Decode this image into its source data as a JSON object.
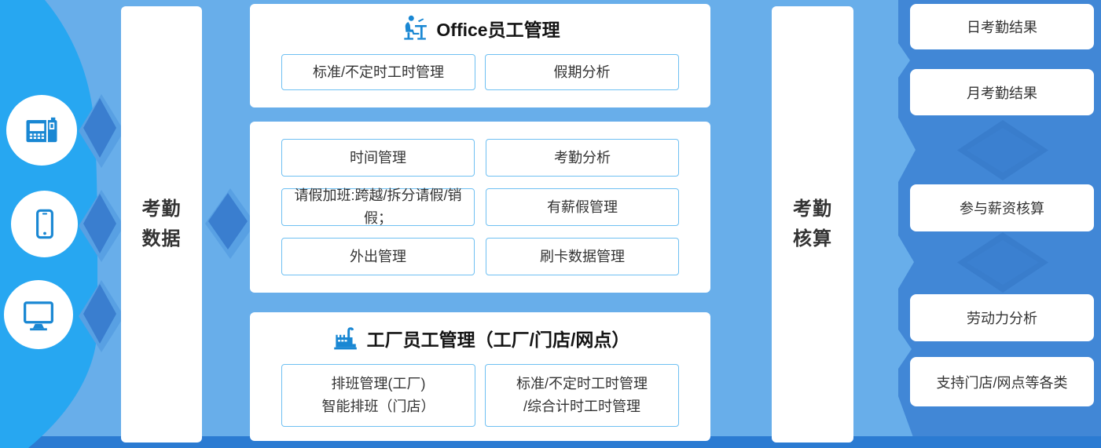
{
  "colors": {
    "bright_blue": "#27a7f1",
    "base_blue": "#68aeea",
    "dark_panel_blue": "#4187d6",
    "bottom_strip_blue": "#2b7bd2",
    "diamond_blue": "#3a7ecf",
    "diamond_back_blue": "#58a0e3",
    "icon_blue": "#1987d3",
    "button_border_blue": "#6fc0f2",
    "text_dark": "#333333"
  },
  "sources": {
    "icons": [
      "attendance-terminal-icon",
      "smartphone-icon",
      "monitor-icon"
    ]
  },
  "pipeline": {
    "data_bar": {
      "line1": "考勤",
      "line2": "数据"
    },
    "calc_bar": {
      "line1": "考勤",
      "line2": "核算"
    }
  },
  "office_card": {
    "title": "Office员工管理",
    "title_icon": "person-at-desk-icon",
    "buttons": [
      "标准/不定时工时管理",
      "假期分析"
    ]
  },
  "middle_card": {
    "buttons": [
      "时间管理",
      "考勤分析",
      "请假加班:跨越/拆分请假/销假；",
      "有薪假管理",
      "外出管理",
      "刷卡数据管理"
    ]
  },
  "factory_card": {
    "title": "工厂员工管理（工厂/门店/网点）",
    "title_icon": "factory-icon",
    "buttons": [
      {
        "line1": "排班管理(工厂)",
        "line2": "智能排班（门店）"
      },
      {
        "line1": "标准/不定时工时管理",
        "line2": "/综合计时工时管理"
      }
    ]
  },
  "results": {
    "items": [
      "日考勤结果",
      "月考勤结果",
      "参与薪资核算",
      "劳动力分析",
      "支持门店/网点等各类"
    ]
  }
}
